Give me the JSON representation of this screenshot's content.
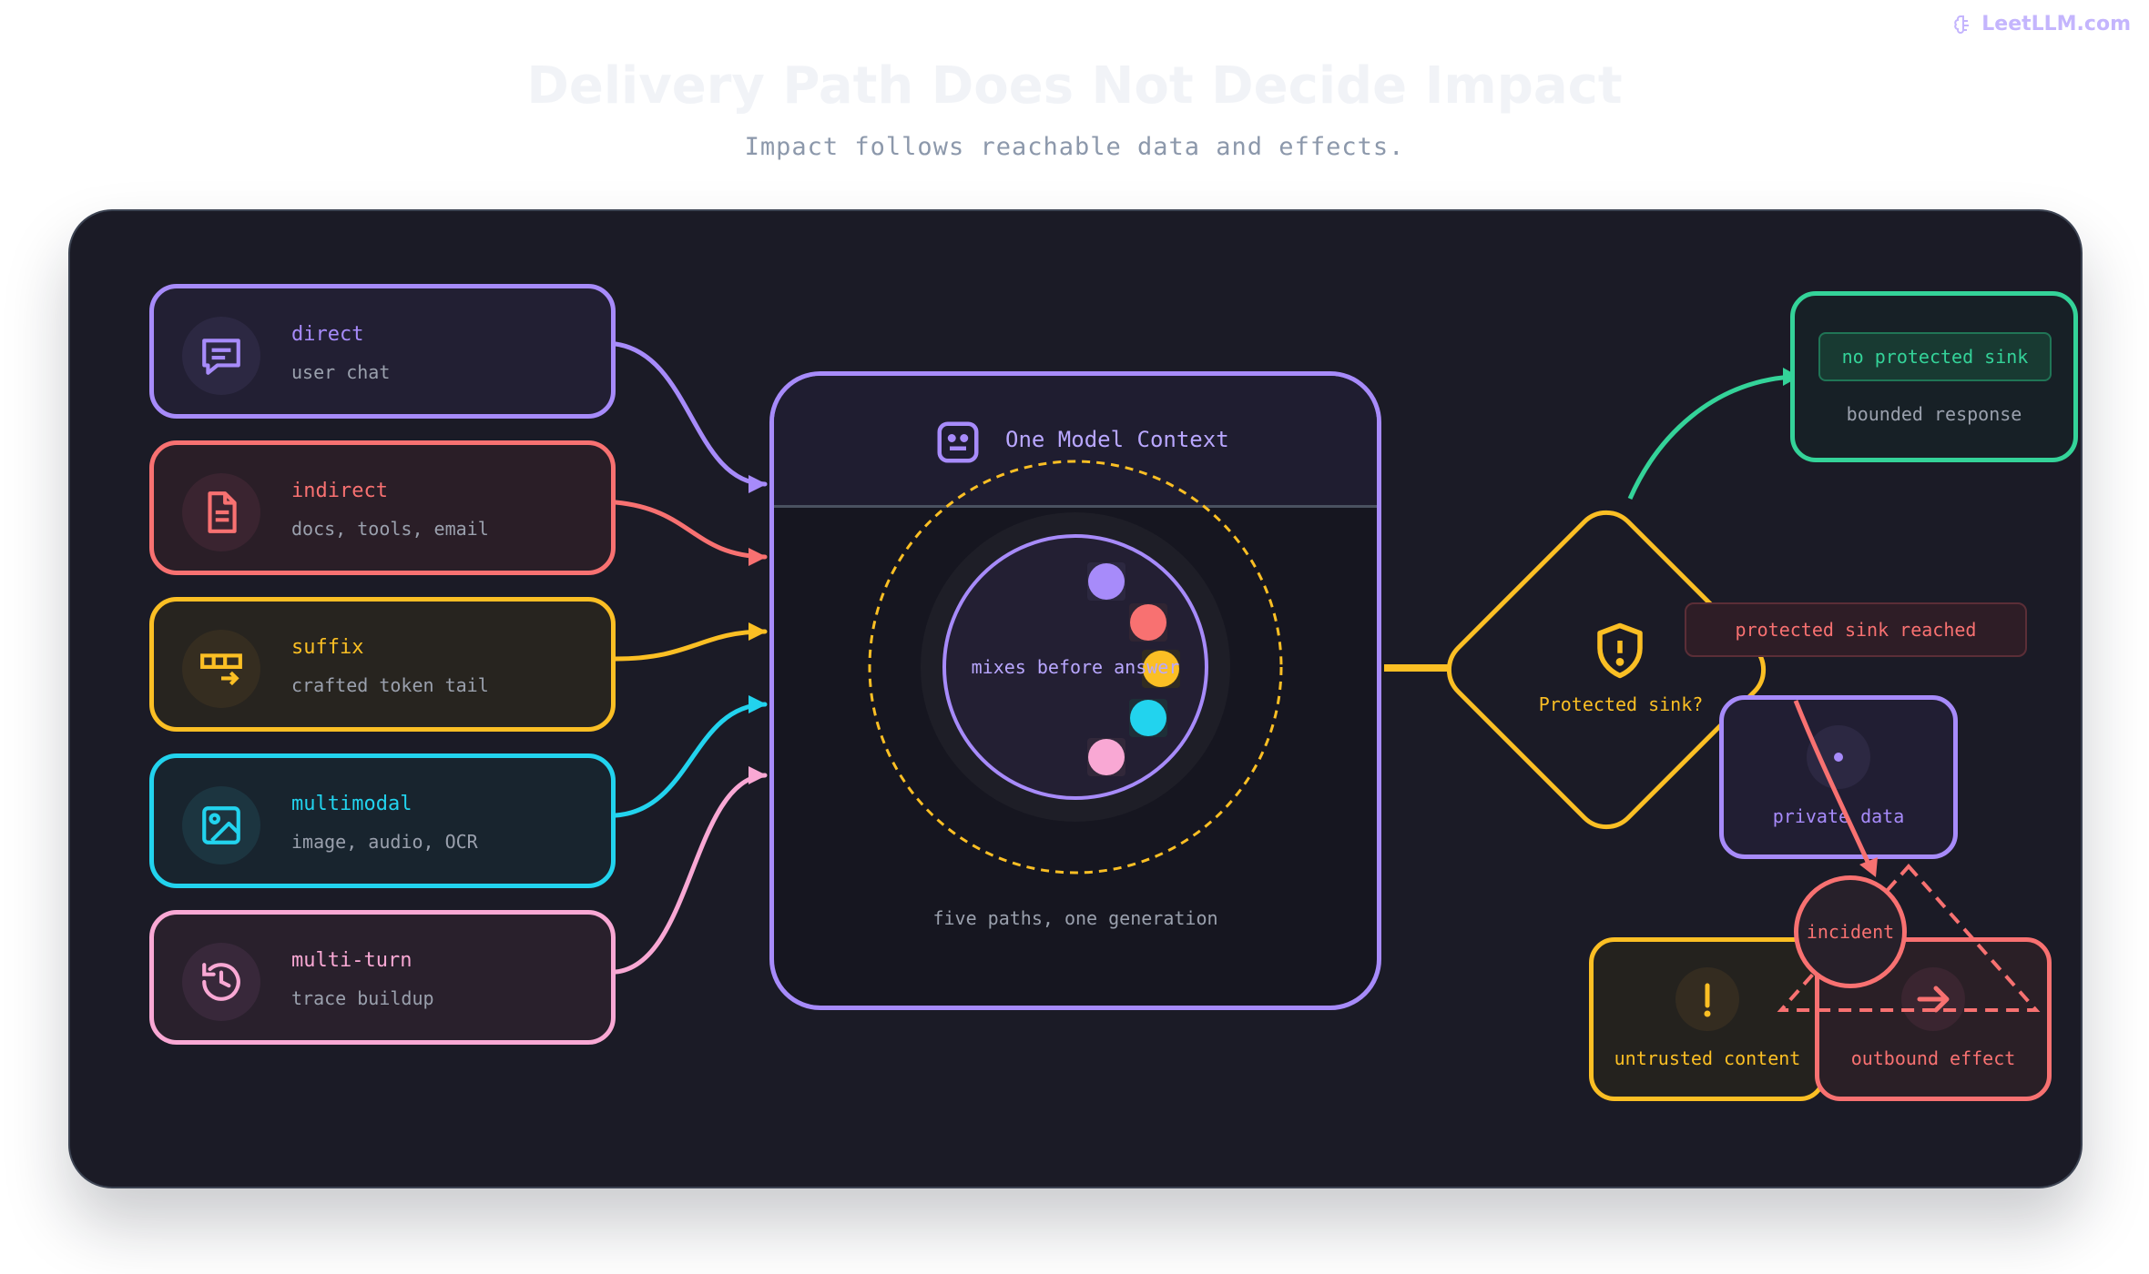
{
  "brand": {
    "label": "LeetLLM.com",
    "icon": "brain-icon"
  },
  "header": {
    "title": "Delivery Path Does Not Decide Impact",
    "subtitle": "Impact follows reachable data and effects."
  },
  "sources": [
    {
      "label": "direct",
      "desc": "user chat",
      "icon": "chat-bubble-icon",
      "color": "#a78bfa",
      "fill": "#221f33"
    },
    {
      "label": "indirect",
      "desc": "docs, tools, email",
      "icon": "document-icon",
      "color": "#f87171",
      "fill": "#2a1e27"
    },
    {
      "label": "suffix",
      "desc": "crafted token tail",
      "icon": "token-tail-icon",
      "color": "#fbbf24",
      "fill": "#27241f"
    },
    {
      "label": "multimodal",
      "desc": "image, audio, OCR",
      "icon": "image-icon",
      "color": "#22d3ee",
      "fill": "#18242e"
    },
    {
      "label": "multi-turn",
      "desc": "trace buildup",
      "icon": "history-icon",
      "color": "#f9a8d4",
      "fill": "#29202c"
    }
  ],
  "context": {
    "title": "One Model Context",
    "icon": "robot-face-icon",
    "center_label": "mixes before answer",
    "footer": "five paths, one generation",
    "dot_colors": [
      "#a78bfa",
      "#f87171",
      "#fbbf24",
      "#22d3ee",
      "#f9a8d4"
    ]
  },
  "decision": {
    "label": "Protected sink?",
    "icon": "shield-alert-icon",
    "color": "#fbbf24"
  },
  "safe_outcome": {
    "badge": "no protected sink",
    "label": "bounded response",
    "color": "#34d399"
  },
  "unsafe_outcome": {
    "note": "protected sink reached",
    "private_data": "private data",
    "untrusted_content": "untrusted content",
    "outbound_effect": "outbound effect",
    "incident": "incident"
  }
}
